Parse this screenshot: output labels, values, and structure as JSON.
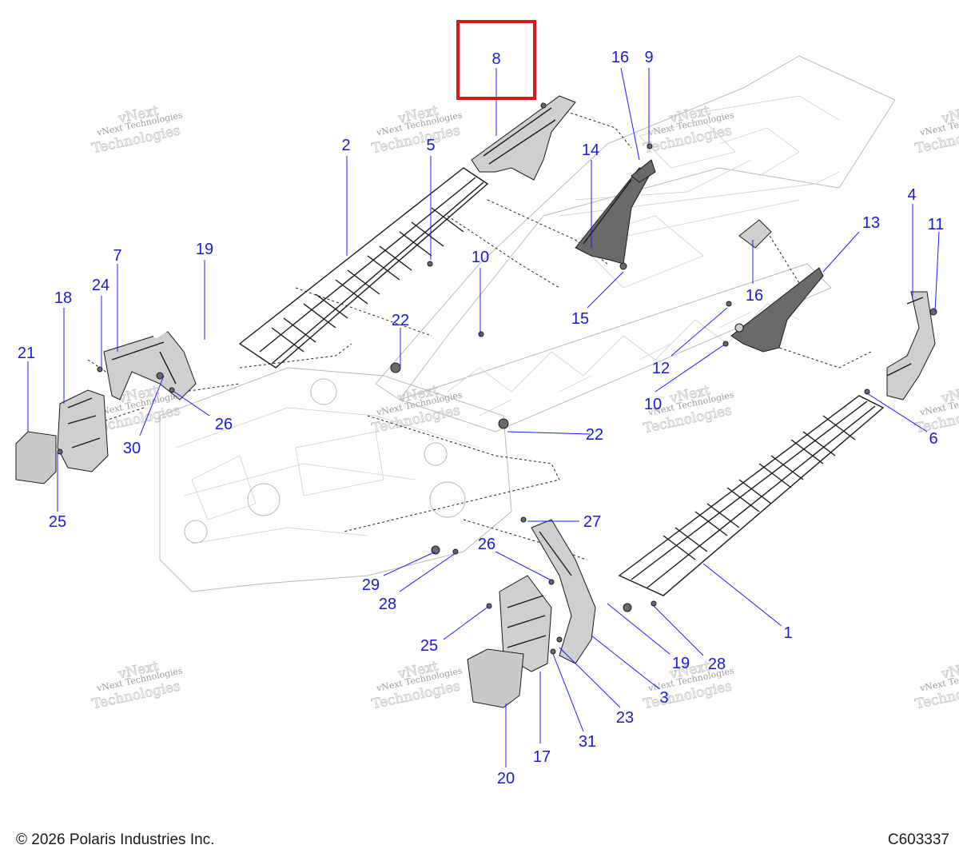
{
  "diagram": {
    "callouts": [
      {
        "id": "c8",
        "label": "8"
      },
      {
        "id": "c16a",
        "label": "16"
      },
      {
        "id": "c9",
        "label": "9"
      },
      {
        "id": "c2",
        "label": "2"
      },
      {
        "id": "c5",
        "label": "5"
      },
      {
        "id": "c14",
        "label": "14"
      },
      {
        "id": "c4",
        "label": "4"
      },
      {
        "id": "c11",
        "label": "11"
      },
      {
        "id": "c13",
        "label": "13"
      },
      {
        "id": "c7",
        "label": "7"
      },
      {
        "id": "c19a",
        "label": "19"
      },
      {
        "id": "c10a",
        "label": "10"
      },
      {
        "id": "c24",
        "label": "24"
      },
      {
        "id": "c18",
        "label": "18"
      },
      {
        "id": "c16b",
        "label": "16"
      },
      {
        "id": "c15",
        "label": "15"
      },
      {
        "id": "c21",
        "label": "21"
      },
      {
        "id": "c22a",
        "label": "22"
      },
      {
        "id": "c12",
        "label": "12"
      },
      {
        "id": "c10b",
        "label": "10"
      },
      {
        "id": "c6",
        "label": "6"
      },
      {
        "id": "c26a",
        "label": "26"
      },
      {
        "id": "c30",
        "label": "30"
      },
      {
        "id": "c22b",
        "label": "22"
      },
      {
        "id": "c25a",
        "label": "25"
      },
      {
        "id": "c27",
        "label": "27"
      },
      {
        "id": "c26b",
        "label": "26"
      },
      {
        "id": "c29",
        "label": "29"
      },
      {
        "id": "c28a",
        "label": "28"
      },
      {
        "id": "c1",
        "label": "1"
      },
      {
        "id": "c25b",
        "label": "25"
      },
      {
        "id": "c19b",
        "label": "19"
      },
      {
        "id": "c28b",
        "label": "28"
      },
      {
        "id": "c3",
        "label": "3"
      },
      {
        "id": "c23",
        "label": "23"
      },
      {
        "id": "c31",
        "label": "31"
      },
      {
        "id": "c17",
        "label": "17"
      },
      {
        "id": "c20",
        "label": "20"
      }
    ],
    "highlighted_callout": "8",
    "highlight_color": "#e0141c",
    "callout_color": "#1a1ad6",
    "watermark": {
      "line1": "vNext Technologies",
      "line2": "vNext",
      "line3": "Technologies"
    }
  },
  "footer": {
    "copyright": "© 2026 Polaris Industries Inc.",
    "drawing_number": "C603337"
  }
}
